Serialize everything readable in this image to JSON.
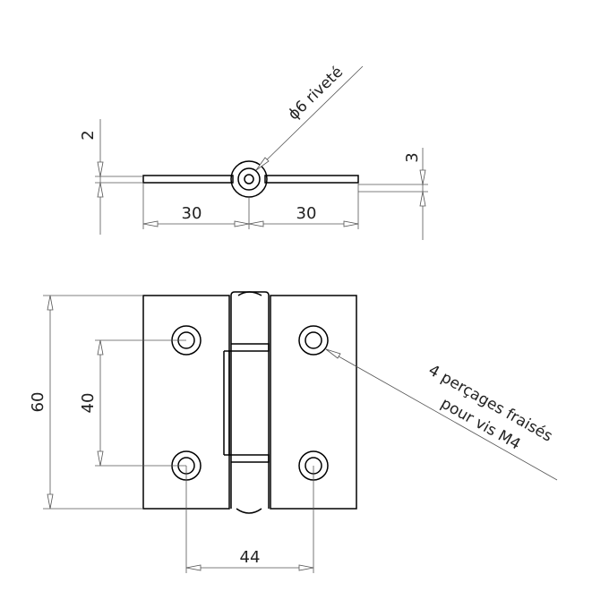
{
  "dimensions": {
    "pin_thickness": "2",
    "leaf_thickness": "3",
    "left_width": "30",
    "right_width": "30",
    "height": "60",
    "hole_spacing_vertical": "40",
    "hole_spacing_horizontal": "44"
  },
  "annotations": {
    "pin": "ϕ6 riveté",
    "holes_line1": "4 perçages fraisés",
    "holes_line2": "pour vis M4"
  }
}
